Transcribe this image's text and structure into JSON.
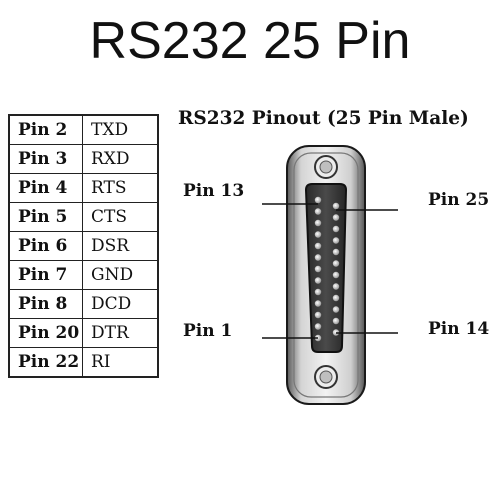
{
  "title": "RS232 25 Pin",
  "pin_table": {
    "rows": [
      {
        "pin": "Pin 2",
        "signal": "TXD"
      },
      {
        "pin": "Pin 3",
        "signal": "RXD"
      },
      {
        "pin": "Pin 4",
        "signal": "RTS"
      },
      {
        "pin": "Pin 5",
        "signal": "CTS"
      },
      {
        "pin": "Pin 6",
        "signal": "DSR"
      },
      {
        "pin": "Pin 7",
        "signal": "GND"
      },
      {
        "pin": "Pin 8",
        "signal": "DCD"
      },
      {
        "pin": "Pin 20",
        "signal": "DTR"
      },
      {
        "pin": "Pin 22",
        "signal": "RI"
      }
    ]
  },
  "connector": {
    "title": "RS232 Pinout (25 Pin Male)",
    "labels": {
      "pin13": "Pin 13",
      "pin25": "Pin 25",
      "pin1": "Pin 1",
      "pin14": "Pin 14"
    }
  }
}
